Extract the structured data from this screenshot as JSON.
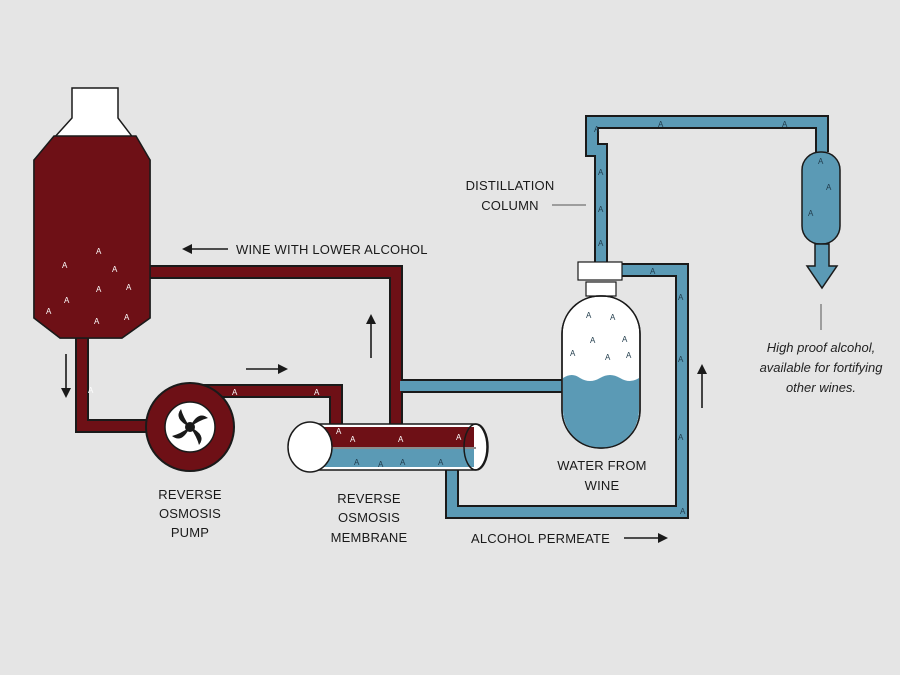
{
  "labels": {
    "wine_lower_alcohol": "WINE WITH LOWER ALCOHOL",
    "distillation_column_1": "DISTILLATION",
    "distillation_column_2": "COLUMN",
    "pump_1": "REVERSE",
    "pump_2": "OSMOSIS",
    "pump_3": "PUMP",
    "membrane_1": "REVERSE",
    "membrane_2": "OSMOSIS",
    "membrane_3": "MEMBRANE",
    "water_1": "WATER FROM",
    "water_2": "WINE",
    "permeate": "ALCOHOL PERMEATE",
    "note_1": "High proof alcohol,",
    "note_2": "available for fortifying",
    "note_3": "other wines."
  },
  "molecule_symbol": "A",
  "colors": {
    "background": "#e5e5e5",
    "wine": "#6e1016",
    "alcohol": "#5b9ab5",
    "outline": "#1a1a1a",
    "white": "#ffffff"
  }
}
